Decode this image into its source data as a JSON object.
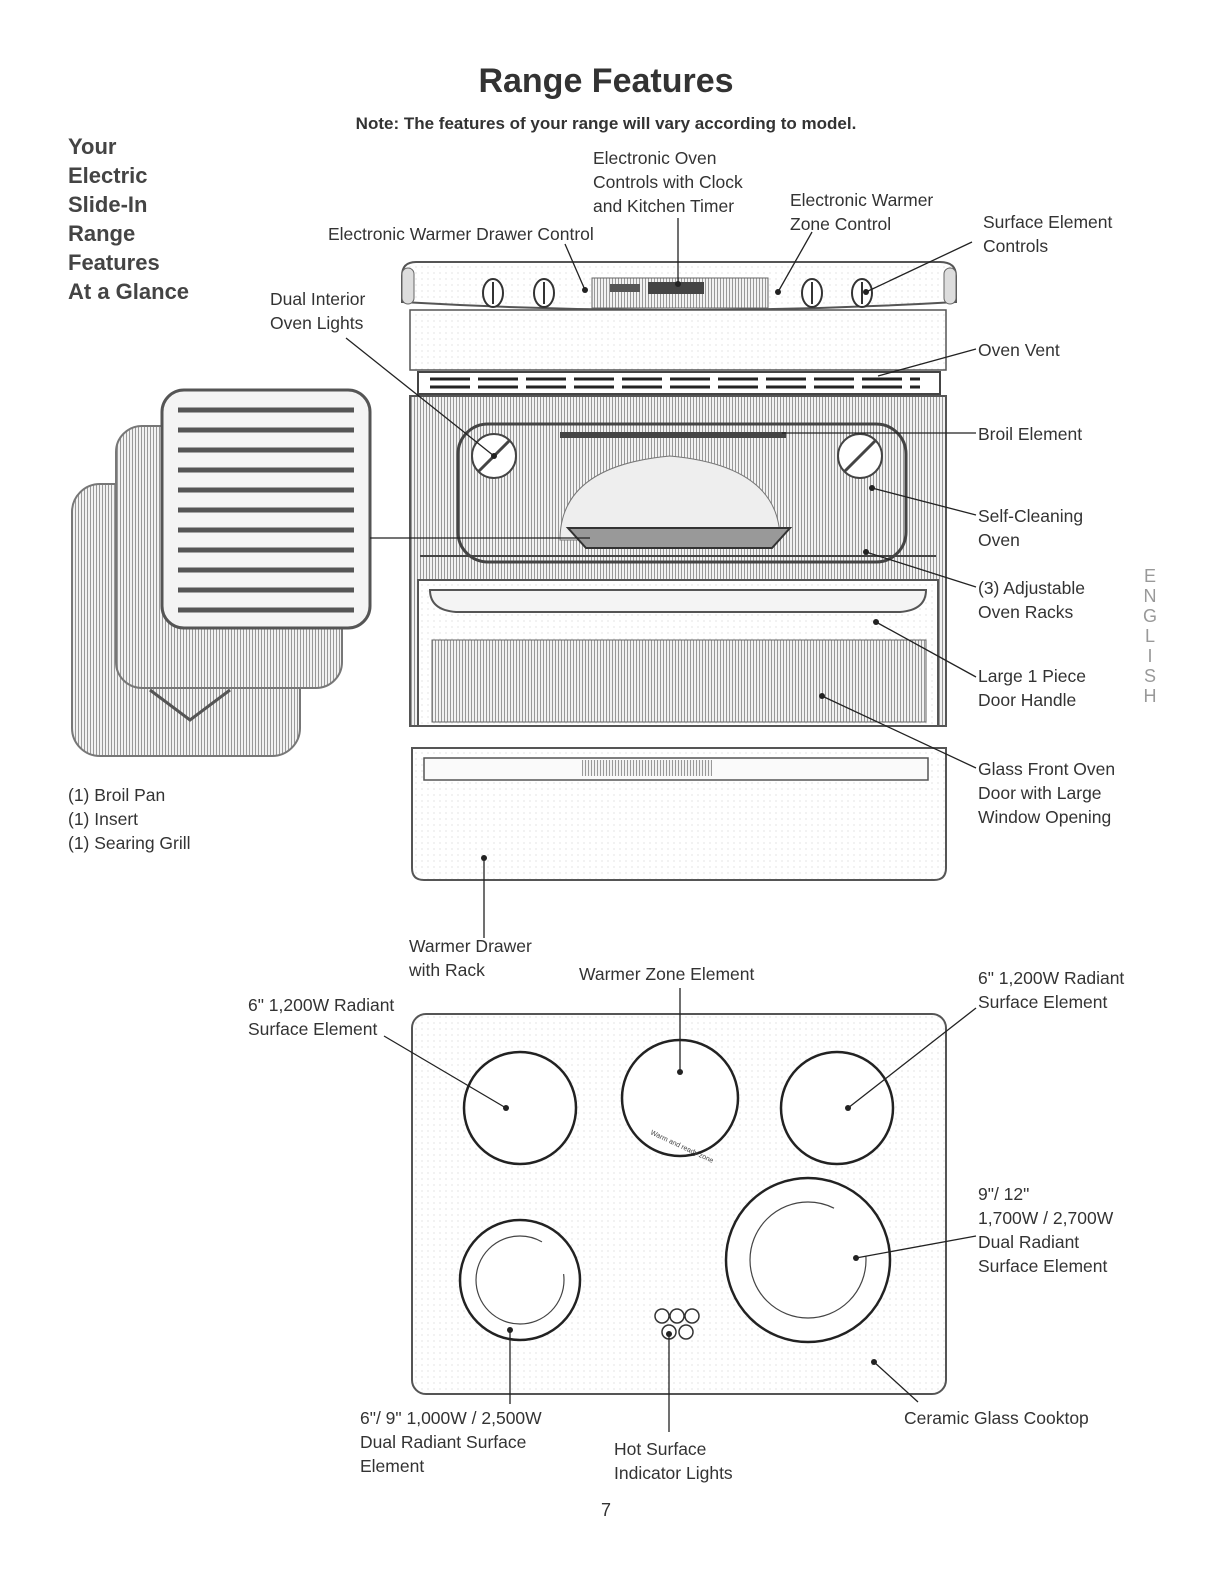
{
  "page": {
    "title": "Range Features",
    "note": "Note: The features of your range will vary according to model.",
    "side_heading": [
      "Your",
      "Electric",
      "Slide-In",
      "Range",
      "Features",
      "At a Glance"
    ],
    "language_tab": "ENGLISH",
    "page_number": "7"
  },
  "oven_labels": {
    "oven_controls": "Electronic Oven\nControls with Clock\nand Kitchen Timer",
    "warmer_zone_control": "Electronic Warmer\nZone Control",
    "surface_controls": "Surface Element\nControls",
    "warmer_drawer_control": "Electronic Warmer Drawer Control",
    "interior_lights": "Dual Interior\nOven Lights",
    "oven_vent": "Oven Vent",
    "broil_element": "Broil Element",
    "self_cleaning": "Self-Cleaning\nOven",
    "racks": "(3) Adjustable\nOven Racks",
    "door_handle": "Large 1 Piece\nDoor Handle",
    "glass_door": "Glass Front Oven\nDoor with Large\nWindow Opening",
    "warmer_drawer": "Warmer Drawer\nwith Rack"
  },
  "accessories": [
    "(1) Broil Pan",
    "(1) Insert",
    "(1) Searing Grill"
  ],
  "cooktop_labels": {
    "warmer_zone_element": "Warmer Zone Element",
    "left_rear": "6\" 1,200W Radiant\nSurface Element",
    "right_rear": "6\" 1,200W Radiant\nSurface Element",
    "right_front": "9\"/ 12\"\n1,700W / 2,700W\nDual Radiant\nSurface Element",
    "left_front": "6\"/ 9\" 1,000W / 2,500W\nDual Radiant Surface\nElement",
    "indicator_lights": "Hot Surface\nIndicator Lights",
    "cooktop": "Ceramic Glass Cooktop",
    "warm_zone_text": "Warm and ready zone"
  }
}
